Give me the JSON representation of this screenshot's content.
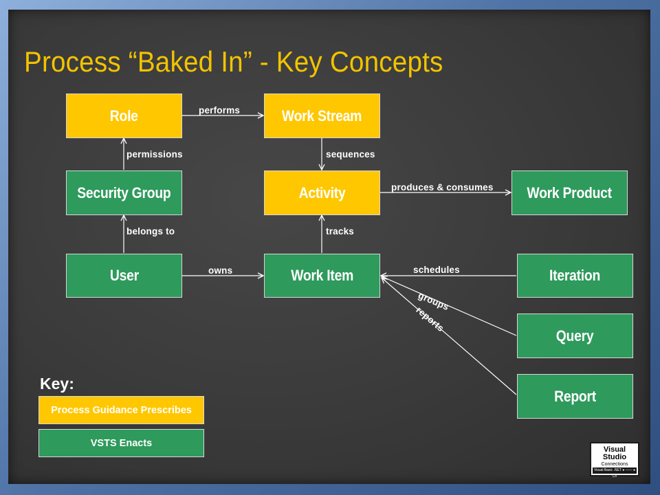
{
  "slide": {
    "title": "Process “Baked In” - Key Concepts"
  },
  "nodes": {
    "role": "Role",
    "work_stream": "Work Stream",
    "security_group": "Security Group",
    "activity": "Activity",
    "work_product": "Work Product",
    "user": "User",
    "work_item": "Work Item",
    "iteration": "Iteration",
    "query": "Query",
    "report": "Report"
  },
  "edges": {
    "performs": "performs",
    "permissions": "permissions",
    "sequences": "sequences",
    "produces_consumes": "produces & consumes",
    "belongs_to": "belongs to",
    "tracks": "tracks",
    "owns": "owns",
    "schedules": "schedules",
    "groups": "groups",
    "reports": "reports"
  },
  "key": {
    "title": "Key:",
    "yellow_label": "Process Guidance Prescribes",
    "green_label": "VSTS Enacts"
  },
  "logo": {
    "line1": "Visual",
    "line2": "Studio",
    "line3": "Connections",
    "bar": "Visual Basic .NET ● —— ● C#"
  },
  "colors": {
    "title": "#f2c300",
    "prescribes": "#ffc700",
    "enacts": "#2e9a5c",
    "board": "#3e3e3e",
    "frame": "#5b7fb0"
  }
}
